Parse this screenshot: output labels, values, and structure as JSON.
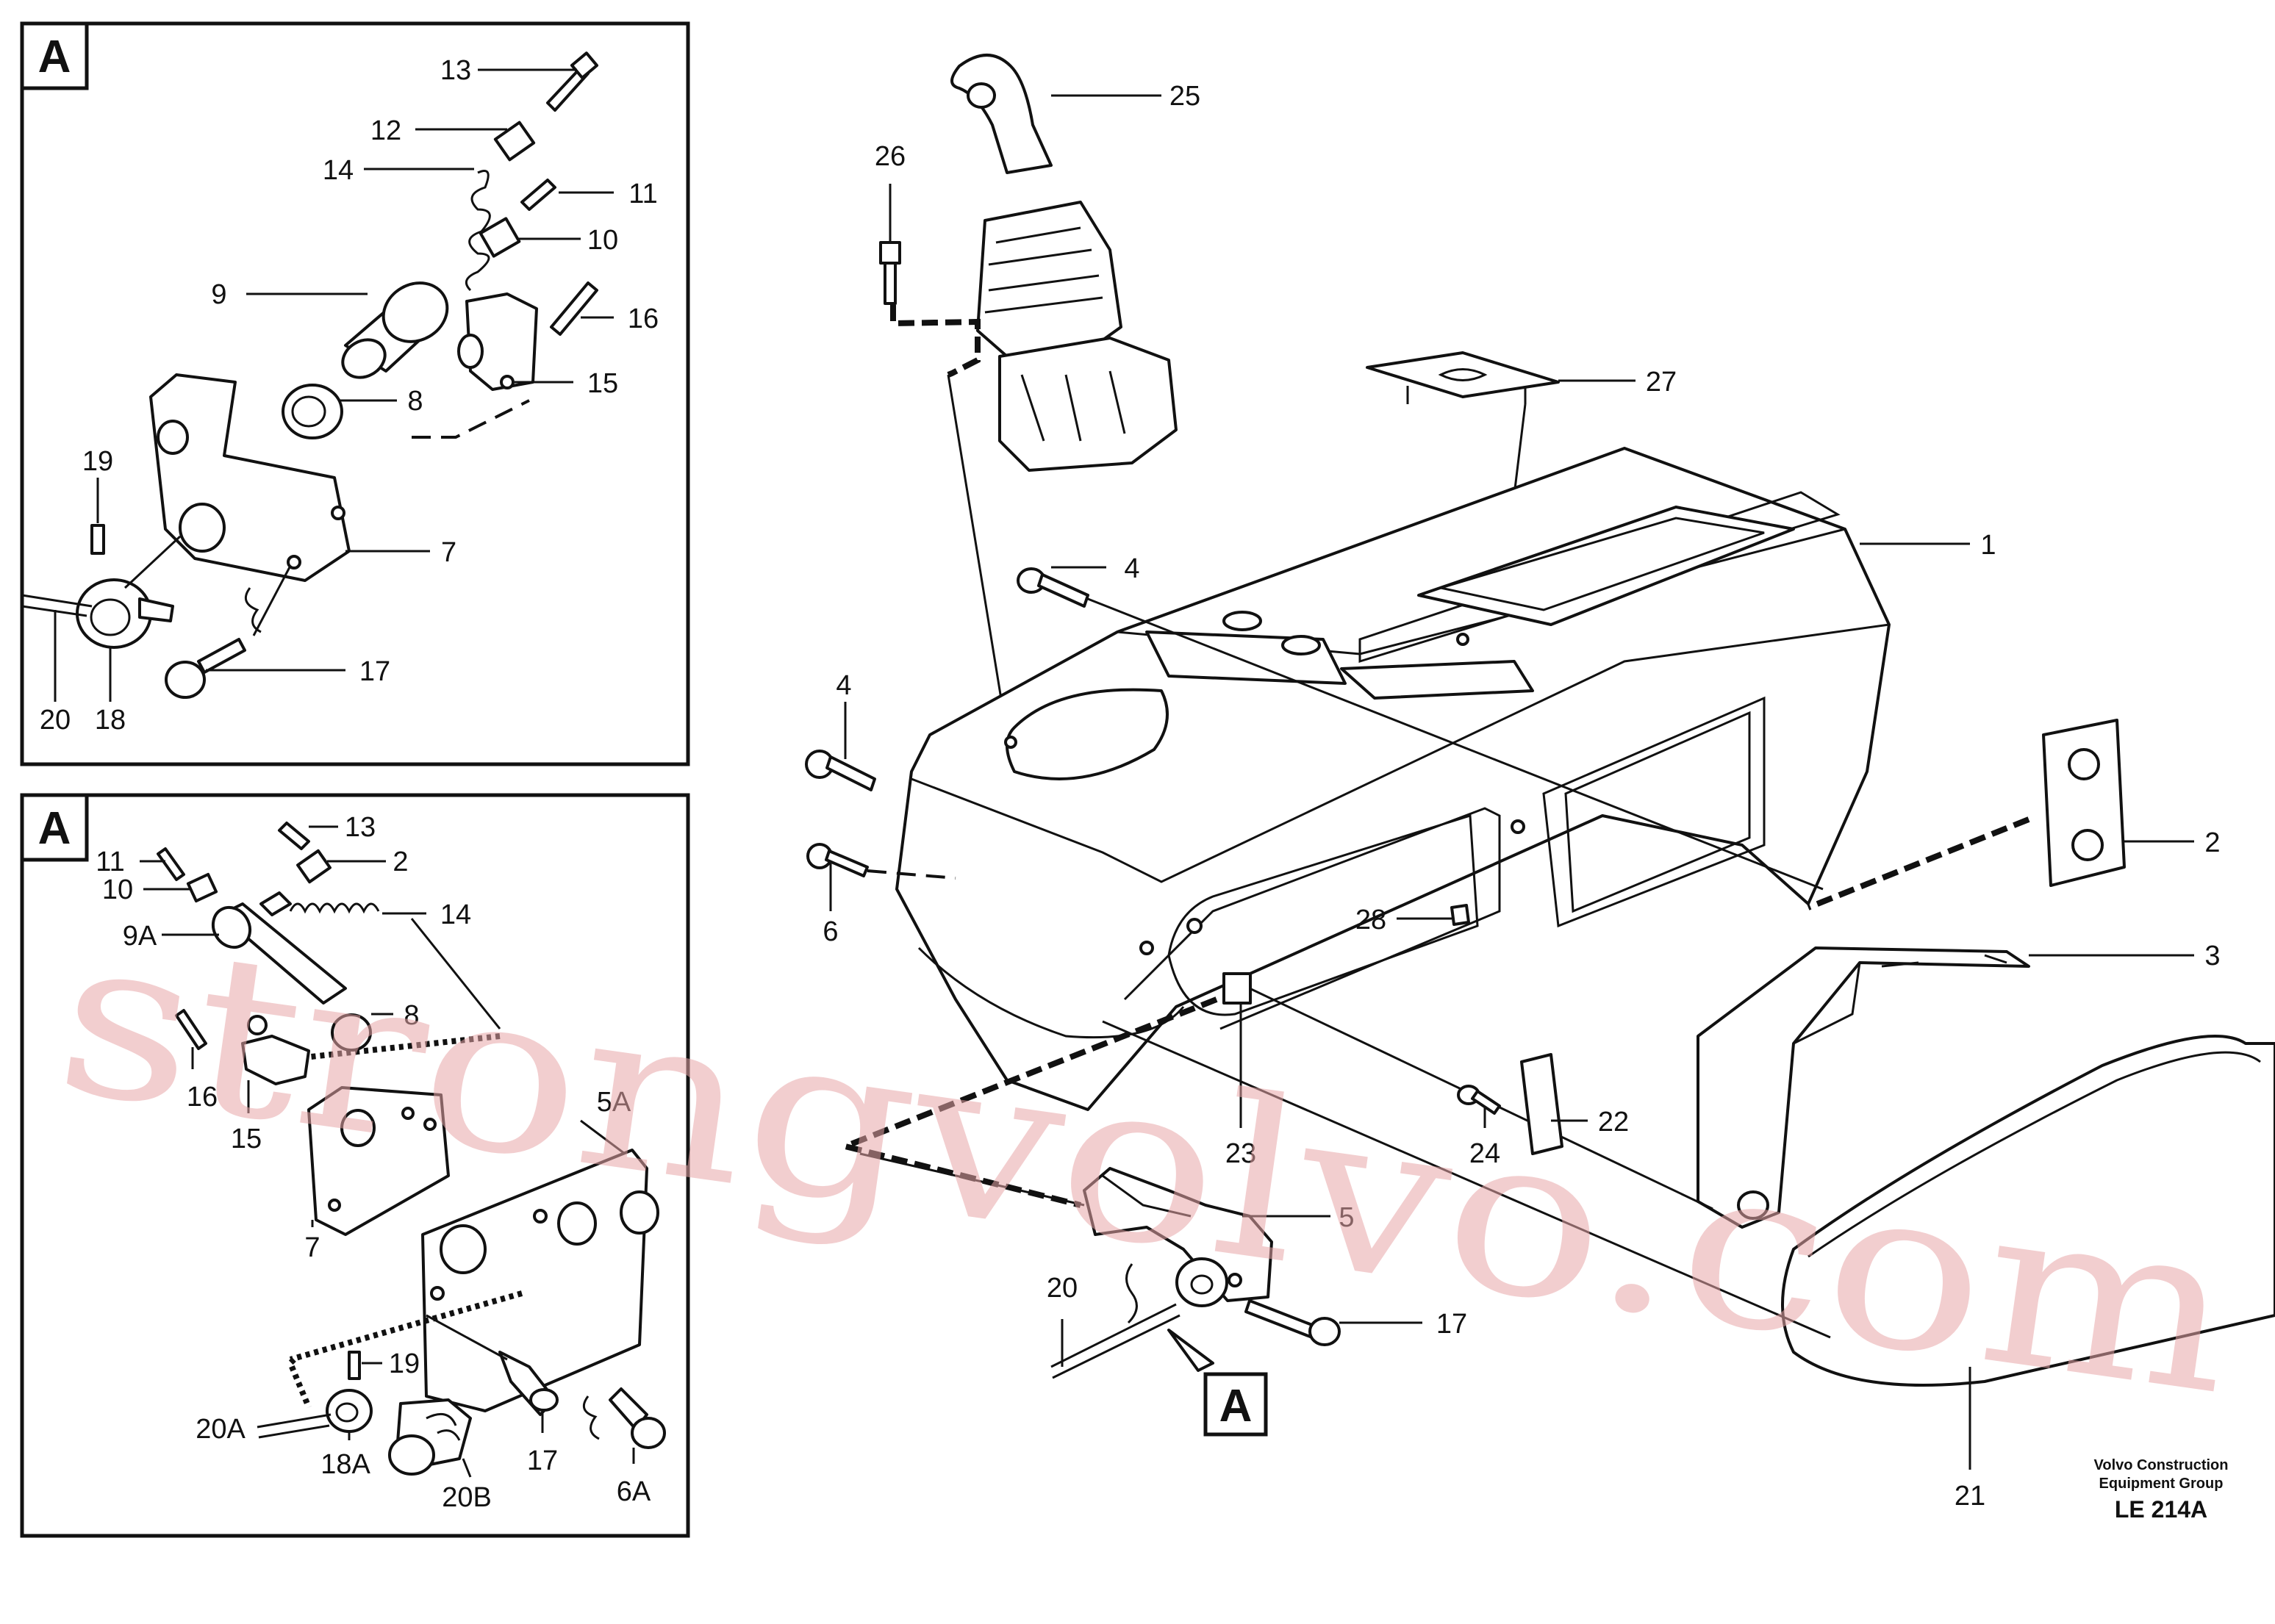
{
  "detail_marker": "A",
  "footer": {
    "company_line1": "Volvo Construction",
    "company_line2": "Equipment Group",
    "drawing_code": "LE 214A"
  },
  "watermark": "strongvolvo.com",
  "labels": {
    "l1": "1",
    "l2": "2",
    "l3": "3",
    "l4a": "4",
    "l4b": "4",
    "l5": "5",
    "l6": "6",
    "l17": "17",
    "l20": "20",
    "l21": "21",
    "l22": "22",
    "l23": "23",
    "l24": "24",
    "l25": "25",
    "l26": "26",
    "l27": "27",
    "l28": "28"
  },
  "detail_top": {
    "l13": "13",
    "l12": "12",
    "l14": "14",
    "l11": "11",
    "l10": "10",
    "l9": "9",
    "l16": "16",
    "l15": "15",
    "l8": "8",
    "l19": "19",
    "l7": "7",
    "l17": "17",
    "l20": "20",
    "l18": "18"
  },
  "detail_bottom": {
    "l13": "13",
    "l2": "2",
    "l11": "11",
    "l10": "10",
    "l9A": "9A",
    "l14": "14",
    "l8": "8",
    "l16": "16",
    "l15": "15",
    "l5A": "5A",
    "l7": "7",
    "l19": "19",
    "l17": "17",
    "l6A": "6A",
    "l20A": "20A",
    "l18A": "18A",
    "l20B": "20B"
  }
}
